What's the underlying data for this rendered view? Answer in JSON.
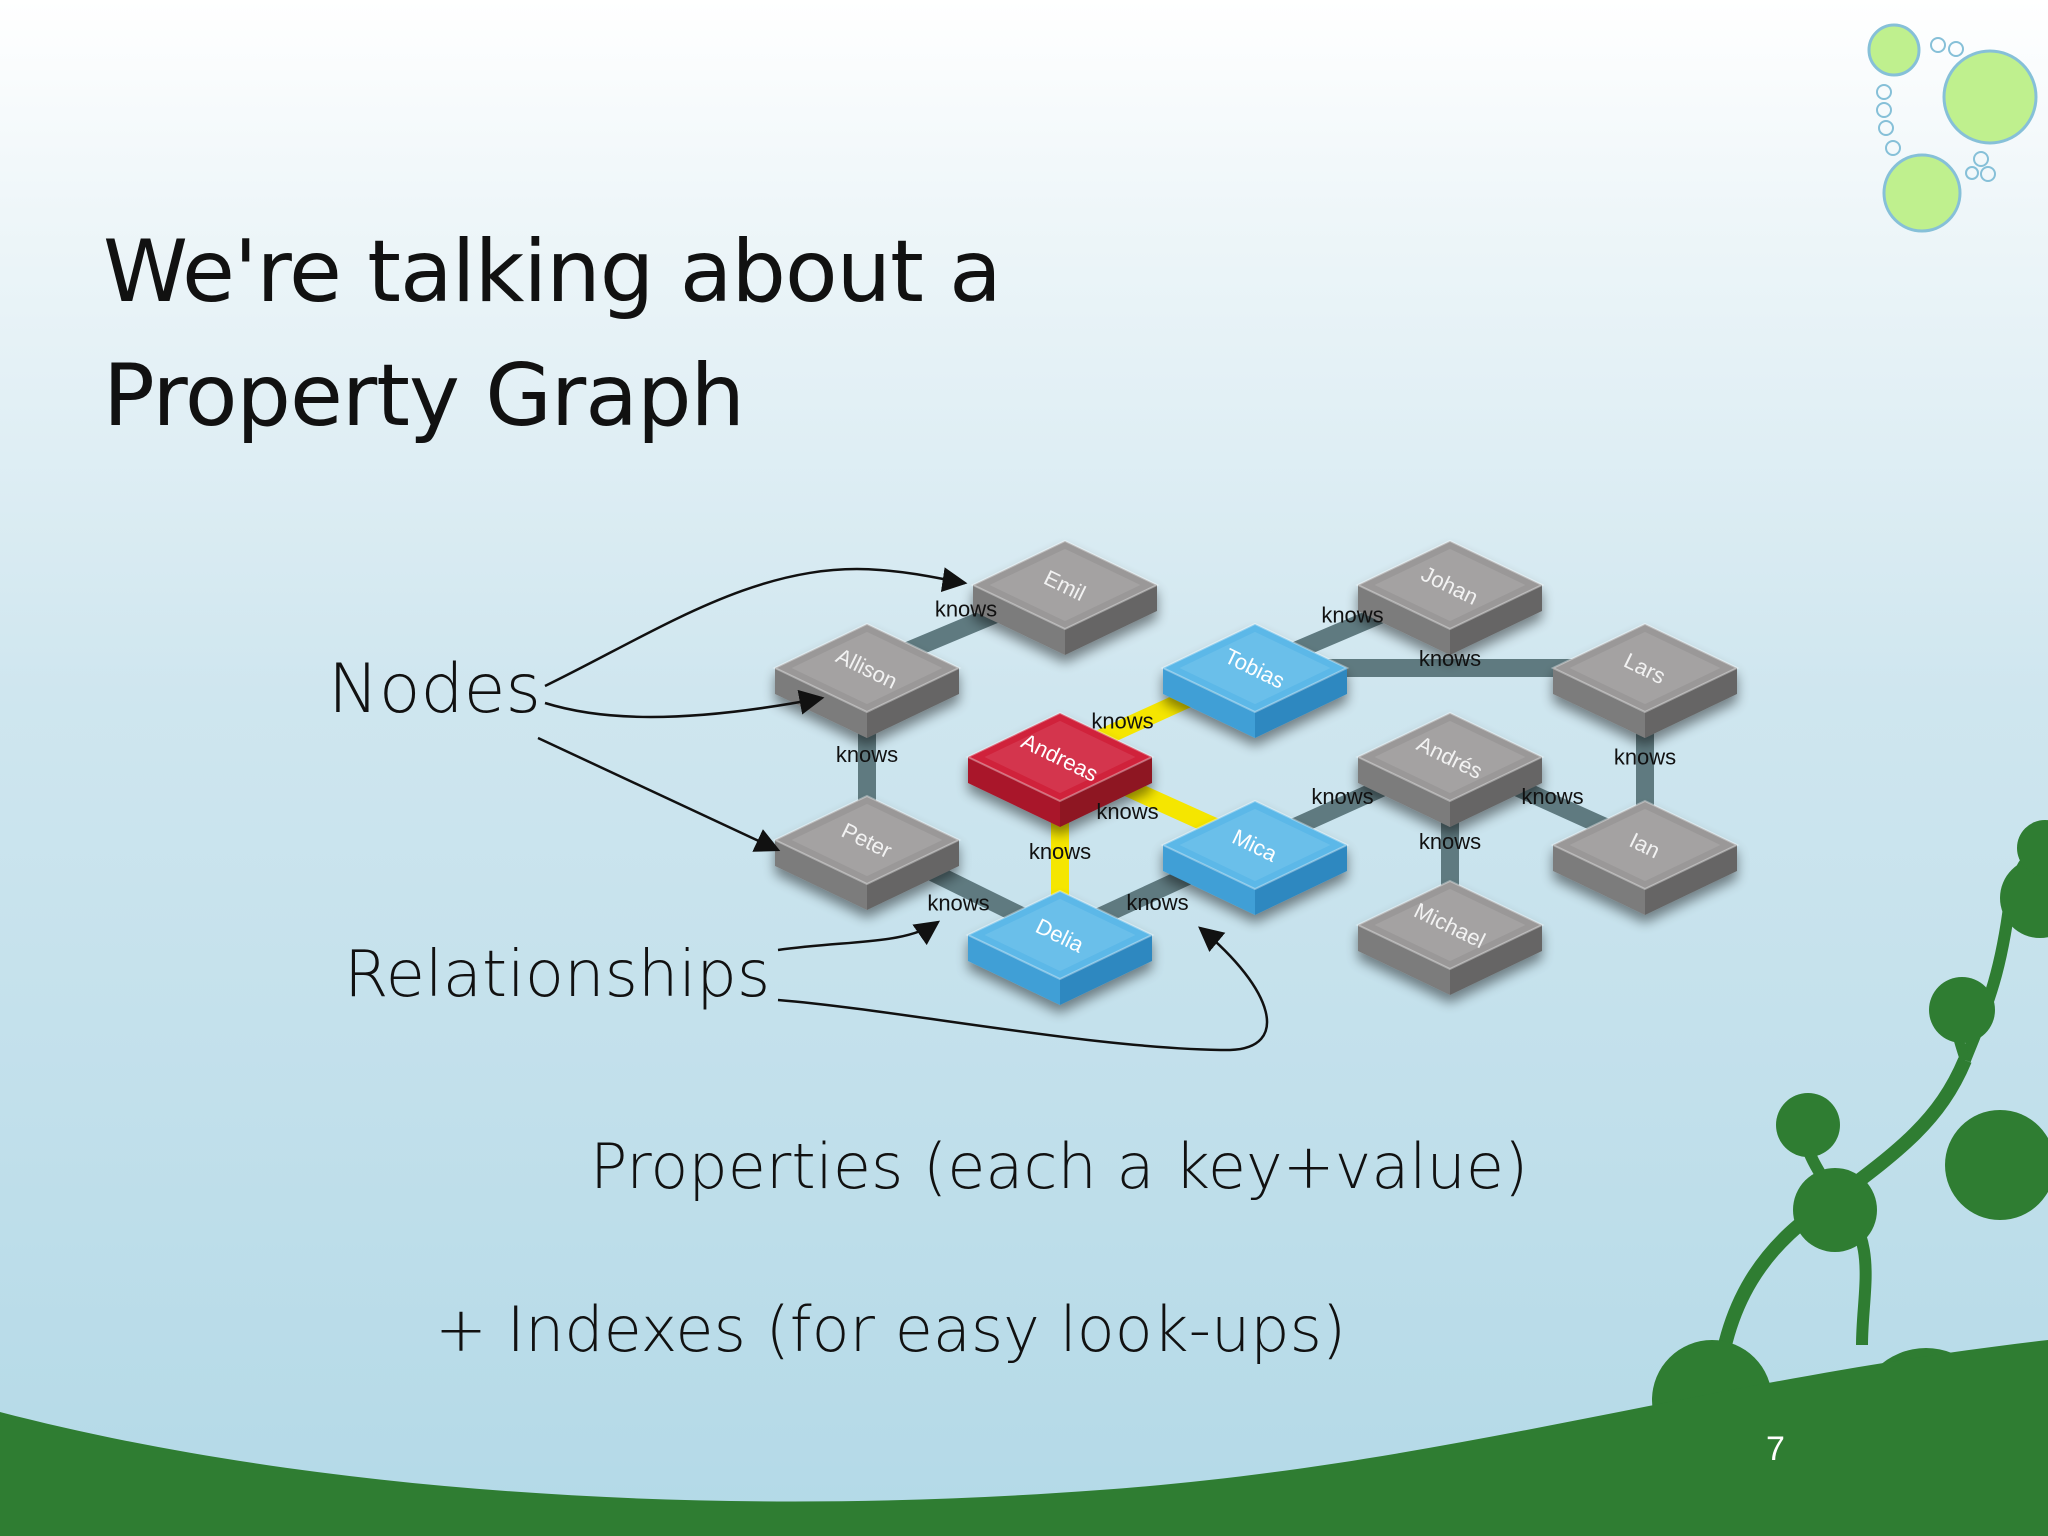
{
  "slide": {
    "title_lines": [
      "We're talking about a",
      "Property Graph"
    ],
    "nodes_label": "Nodes",
    "relationships_label": "Relationships",
    "properties_line": "Properties (each a key+value)",
    "indexes_line": "+ Indexes (for easy look-ups)",
    "page_number": "7"
  },
  "graph": {
    "nodes": [
      {
        "id": "emil",
        "label": "Emil",
        "color": "gray"
      },
      {
        "id": "allison",
        "label": "Allison",
        "color": "gray"
      },
      {
        "id": "peter",
        "label": "Peter",
        "color": "gray"
      },
      {
        "id": "andreas",
        "label": "Andreas",
        "color": "red"
      },
      {
        "id": "tobias",
        "label": "Tobias",
        "color": "blue"
      },
      {
        "id": "mica",
        "label": "Mica",
        "color": "blue"
      },
      {
        "id": "delia",
        "label": "Delia",
        "color": "blue"
      },
      {
        "id": "johan",
        "label": "Johan",
        "color": "gray"
      },
      {
        "id": "lars",
        "label": "Lars",
        "color": "gray"
      },
      {
        "id": "andres",
        "label": "Andrés",
        "color": "gray"
      },
      {
        "id": "ian",
        "label": "Ian",
        "color": "gray"
      },
      {
        "id": "michael",
        "label": "Michael",
        "color": "gray"
      }
    ],
    "relationships": [
      {
        "from": "allison",
        "to": "emil",
        "label": "knows",
        "highlight": false
      },
      {
        "from": "allison",
        "to": "peter",
        "label": "knows",
        "highlight": false
      },
      {
        "from": "peter",
        "to": "delia",
        "label": "knows",
        "highlight": false
      },
      {
        "from": "andreas",
        "to": "tobias",
        "label": "knows",
        "highlight": true
      },
      {
        "from": "andreas",
        "to": "mica",
        "label": "knows",
        "highlight": true
      },
      {
        "from": "andreas",
        "to": "delia",
        "label": "knows",
        "highlight": true
      },
      {
        "from": "delia",
        "to": "mica",
        "label": "knows",
        "highlight": false
      },
      {
        "from": "tobias",
        "to": "johan",
        "label": "knows",
        "highlight": false
      },
      {
        "from": "tobias",
        "to": "lars",
        "label": "knows",
        "highlight": false
      },
      {
        "from": "mica",
        "to": "andres",
        "label": "knows",
        "highlight": false
      },
      {
        "from": "andres",
        "to": "ian",
        "label": "knows",
        "highlight": false
      },
      {
        "from": "andres",
        "to": "michael",
        "label": "knows",
        "highlight": false
      },
      {
        "from": "lars",
        "to": "ian",
        "label": "knows",
        "highlight": false
      }
    ]
  },
  "colors": {
    "node_gray": "#9a9898",
    "node_blue": "#5bb8e8",
    "node_red": "#d0203a",
    "edge": "#5f7a80",
    "edge_highlight": "#f5e600",
    "decor_green": "#2f7d32",
    "bubble_green": "#bff08e"
  }
}
